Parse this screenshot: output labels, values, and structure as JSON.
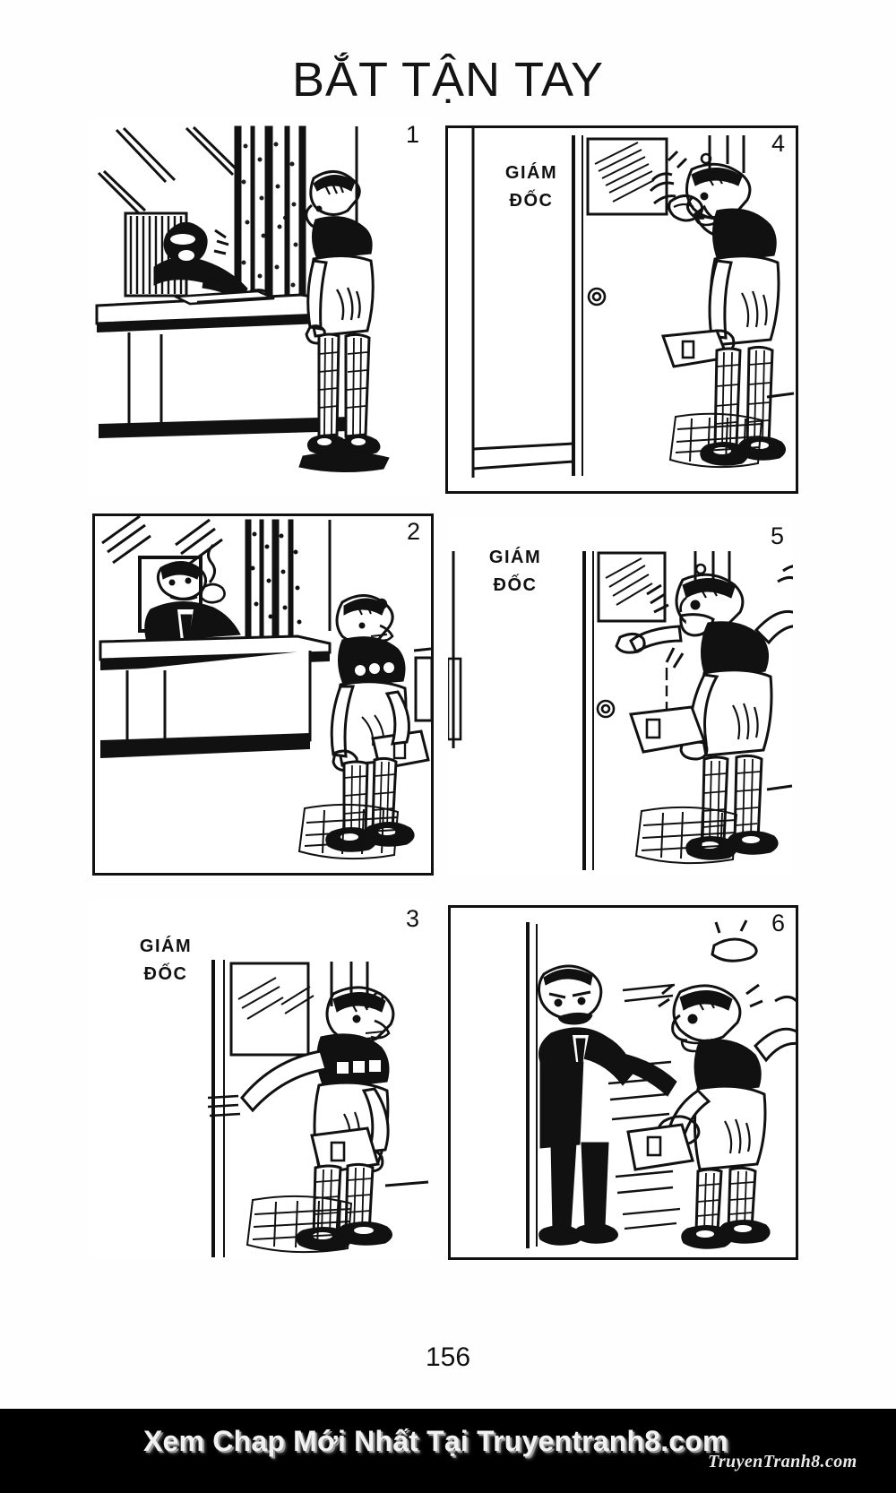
{
  "document": {
    "type": "comic-page",
    "title": "BẮT TẬN TAY",
    "page_number": "156",
    "background_color": "#ffffff",
    "ink_color": "#111111"
  },
  "panels": [
    {
      "number": "1",
      "framed": false,
      "scene": "Nhân viên đứng cúi đầu trước bàn làm việc của sếp đang viết giấy tờ",
      "door_label": null
    },
    {
      "number": "2",
      "framed": true,
      "scene": "Nhân viên cầm cặp bước ra khỏi phòng, sếp ngồi sau bàn hút thuốc",
      "door_label": null
    },
    {
      "number": "3",
      "framed": false,
      "scene": "Nhân viên đẩy cửa phòng Giám đốc, tay cầm cặp hồ sơ",
      "door_label": {
        "line1": "GIÁM",
        "line2": "ĐỐC"
      }
    },
    {
      "number": "4",
      "framed": true,
      "scene": "Nhân viên gõ cửa phòng Giám đốc, tay cầm cặp hồ sơ",
      "door_label": {
        "line1": "GIÁM",
        "line2": "ĐỐC"
      }
    },
    {
      "number": "5",
      "framed": false,
      "scene": "Nhân viên chỉ tay và la lớn trước cửa phòng Giám đốc",
      "door_label": {
        "line1": "GIÁM",
        "line2": "ĐỐC"
      }
    },
    {
      "number": "6",
      "framed": true,
      "scene": "Giám đốc bước ra bắt tay nhân viên, cả hai bắt tay nhau",
      "door_label": null
    }
  ],
  "footer": {
    "banner_text": "Xem Chap Mới Nhất Tại Truyentranh8.com",
    "logo_text": "TruyenTranh8.com",
    "background_color": "#000000",
    "text_color": "#f2f2f2"
  }
}
